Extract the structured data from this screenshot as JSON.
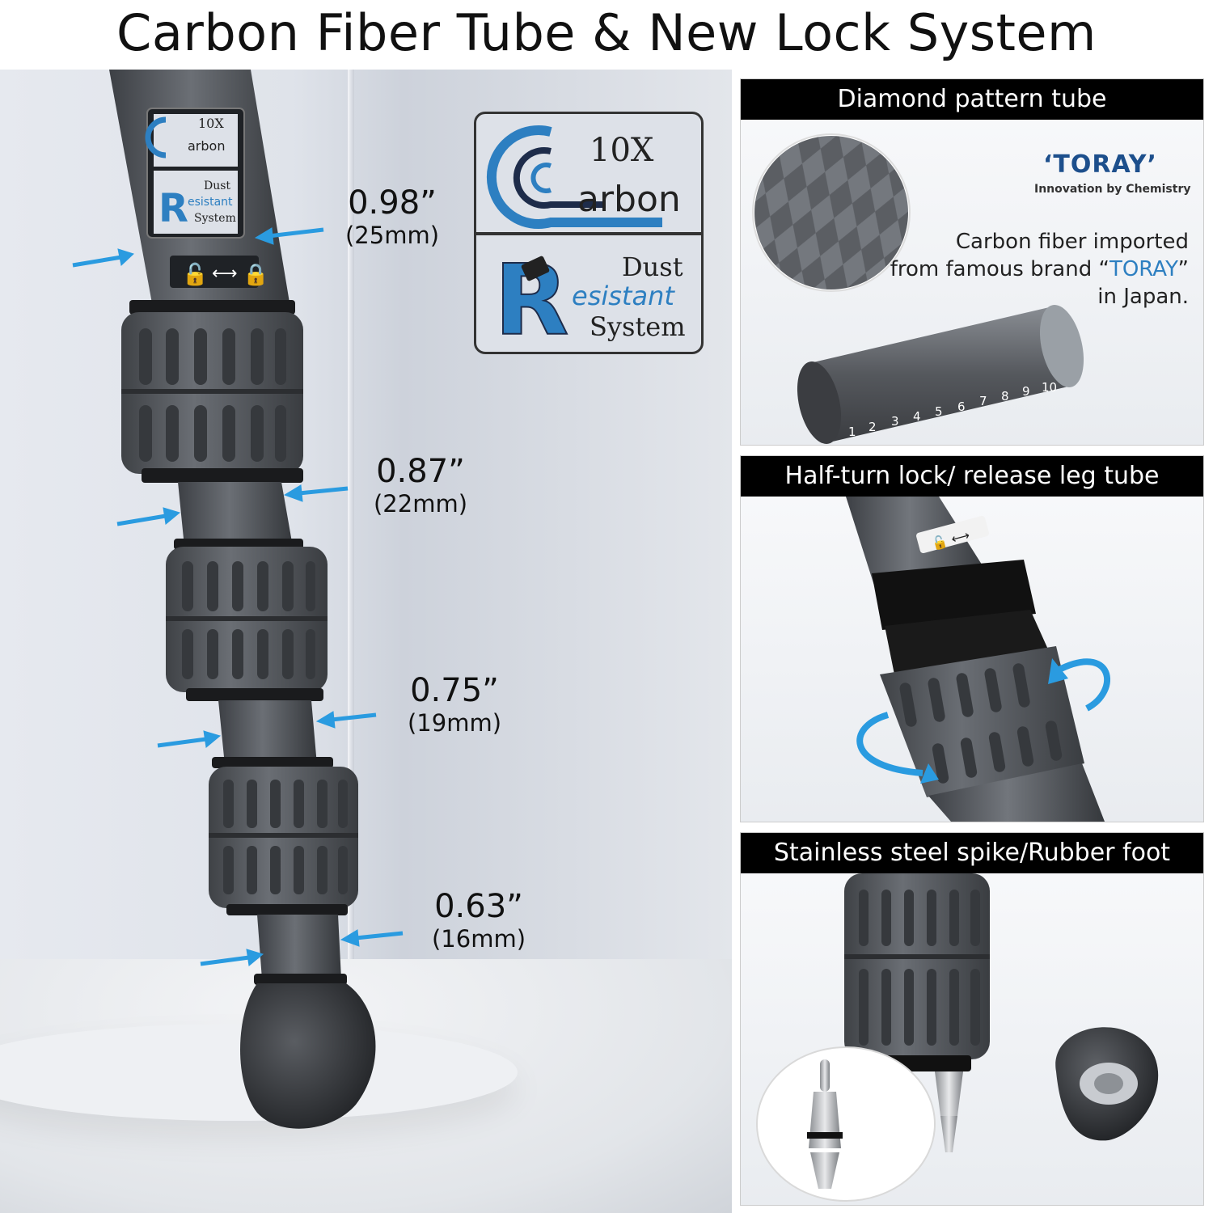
{
  "title": "Carbon Fiber Tube & New Lock System",
  "dimensions": [
    {
      "inch": "0.98”",
      "mm": "(25mm)"
    },
    {
      "inch": "0.87”",
      "mm": "(22mm)"
    },
    {
      "inch": "0.75”",
      "mm": "(19mm)"
    },
    {
      "inch": "0.63”",
      "mm": "(16mm)"
    }
  ],
  "badge": {
    "carbon_count": "10X",
    "carbon_word": "arbon",
    "dust": "Dust",
    "resistant": "esistant",
    "system": "System"
  },
  "leg_label": {
    "carbon_count": "10X",
    "carbon_word": "arbon",
    "dust": "Dust",
    "resistant": "esistant",
    "system": "System"
  },
  "panels": [
    {
      "header": "Diamond pattern tube"
    },
    {
      "header": "Half-turn lock/ release leg tube"
    },
    {
      "header": "Stainless steel spike/Rubber foot"
    }
  ],
  "toray": {
    "logo": "‘TORAY’",
    "tagline": "Innovation by Chemistry",
    "desc_line1": "Carbon fiber imported",
    "desc_line2_pre": "from famous brand “",
    "desc_brand": "TORAY",
    "desc_line2_post": "”",
    "desc_line3": "in Japan."
  },
  "layer_numbers": [
    "1",
    "2",
    "3",
    "4",
    "5",
    "6",
    "7",
    "8",
    "9",
    "10"
  ],
  "colors": {
    "accent_blue": "#2d7fc1",
    "arrow_blue": "#2a9be0",
    "header_bg": "#000000",
    "carbon_dark": "#4a4d52",
    "rubber": "#55585d"
  }
}
